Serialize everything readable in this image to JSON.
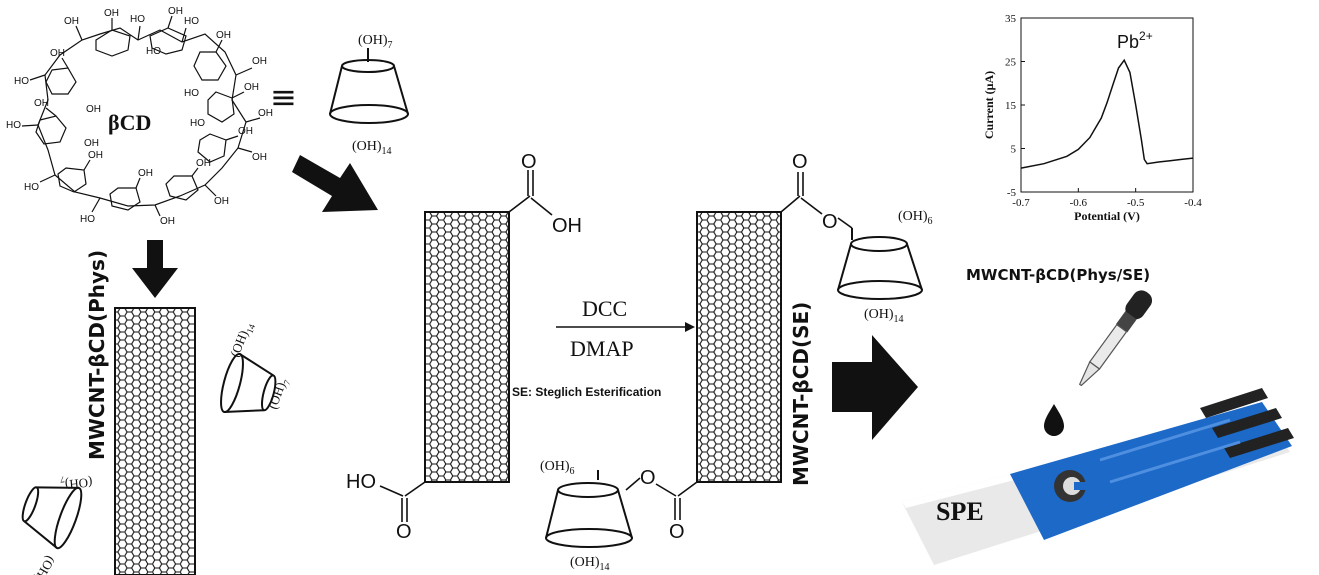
{
  "labels": {
    "bcd": "βCD",
    "equiv": "≡",
    "oh7_sub": "7",
    "oh14_sub": "14",
    "oh6_sub": "6",
    "oh_prefix": "(OH)",
    "phys_label": "MWCNT-βCD(Phys)",
    "se_label": "MWCNT-βCD(SE)",
    "dcc": "DCC",
    "dmap": "DMAP",
    "se_bold": "SE",
    "se_rest": ": Steglich Esterification",
    "oh": "OH",
    "ho": "HO",
    "o": "O",
    "phys_se_label": "MWCNT-βCD(Phys/SE)",
    "spe": "SPE",
    "peak_label": "Pb",
    "peak_sup": "2+"
  },
  "chart_data": {
    "type": "line",
    "xlabel": "Potential (V)",
    "ylabel": "Current (μA)",
    "xlim": [
      -0.7,
      -0.4
    ],
    "ylim": [
      -5,
      35
    ],
    "xticks": [
      -0.7,
      -0.6,
      -0.5,
      -0.4
    ],
    "xtick_labels": [
      "-0.7",
      "-0.6",
      "-0.5",
      "-0.4"
    ],
    "yticks": [
      -5,
      5,
      15,
      25,
      35
    ],
    "ytick_labels": [
      "-5",
      "5",
      "15",
      "25",
      "35"
    ],
    "annotation": "Pb2+",
    "series": [
      {
        "x": [
          -0.7,
          -0.66,
          -0.62,
          -0.6,
          -0.58,
          -0.56,
          -0.55,
          -0.54,
          -0.53,
          -0.52,
          -0.51,
          -0.5,
          -0.49,
          -0.485,
          -0.48,
          -0.46,
          -0.44,
          -0.42,
          -0.4
        ],
        "values": [
          0.5,
          1.5,
          3.2,
          4.8,
          7.5,
          12.0,
          15.5,
          19.5,
          23.5,
          25.3,
          22.5,
          15.0,
          7.0,
          2.5,
          1.5,
          1.9,
          2.2,
          2.5,
          2.8
        ]
      }
    ]
  }
}
